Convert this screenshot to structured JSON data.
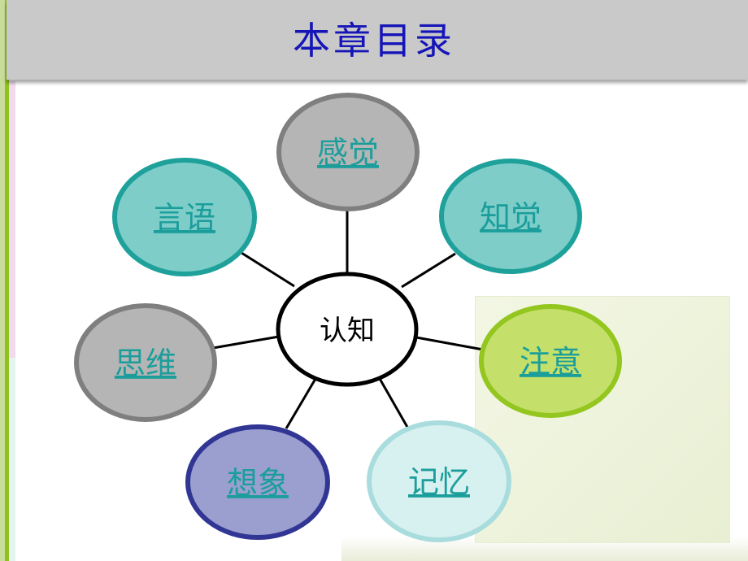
{
  "header": {
    "title": "本章目录"
  },
  "diagram": {
    "center": {
      "label": "认知"
    },
    "nodes": [
      {
        "label": "感觉",
        "fill": "#b5b5b5",
        "stroke": "#7f7f7f",
        "text_color": "#1b9e9b"
      },
      {
        "label": "知觉",
        "fill": "#7ecdc9",
        "stroke": "#1ea19a",
        "text_color": "#1b9e9b"
      },
      {
        "label": "注意",
        "fill": "#c4e06a",
        "stroke": "#93c61f",
        "text_color": "#1b9e9b"
      },
      {
        "label": "记忆",
        "fill": "#d7f0f0",
        "stroke": "#a8dcdd",
        "text_color": "#1b9e9b"
      },
      {
        "label": "想象",
        "fill": "#9b9fcf",
        "stroke": "#313593",
        "text_color": "#1b9e9b"
      },
      {
        "label": "思维",
        "fill": "#b5b5b5",
        "stroke": "#7f7f7f",
        "text_color": "#1b9e9b"
      },
      {
        "label": "言语",
        "fill": "#7ecdc9",
        "stroke": "#1ea19a",
        "text_color": "#1b9e9b"
      }
    ]
  }
}
